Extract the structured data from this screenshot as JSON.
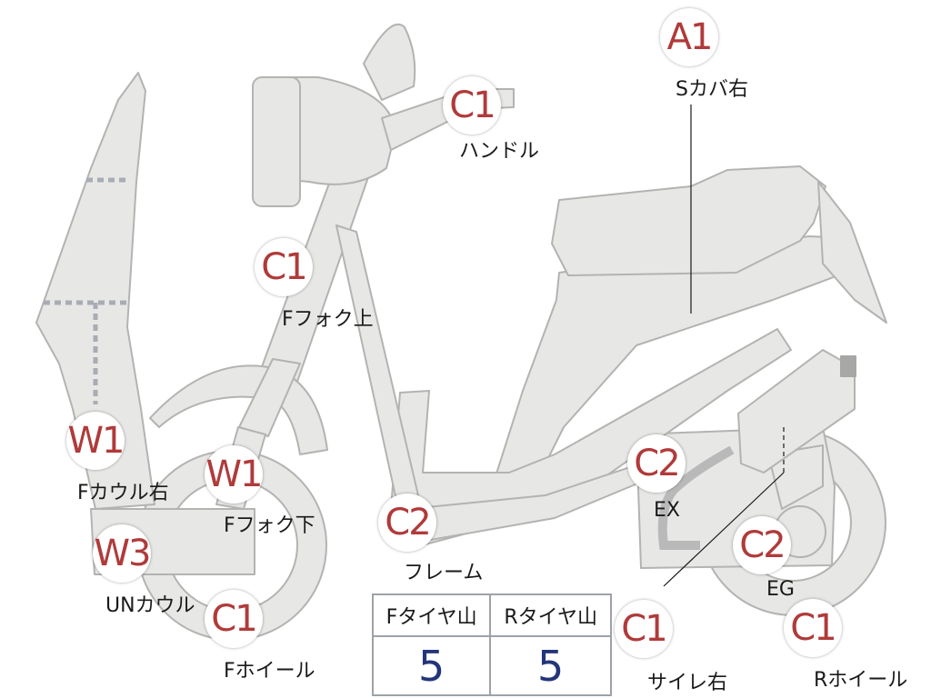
{
  "parts": [
    {
      "id": "s-cover-right",
      "code": "A1",
      "label": "Sカバ右"
    },
    {
      "id": "handle",
      "code": "C1",
      "label": "ハンドル"
    },
    {
      "id": "f-fork-upper",
      "code": "C1",
      "label": "Fフォク上"
    },
    {
      "id": "f-cowl-right",
      "code": "W1",
      "label": "Fカウル右"
    },
    {
      "id": "f-fork-lower",
      "code": "W1",
      "label": "Fフォク下"
    },
    {
      "id": "un-cowl",
      "code": "W3",
      "label": "UNカウル"
    },
    {
      "id": "frame",
      "code": "C2",
      "label": "フレーム"
    },
    {
      "id": "exhaust",
      "code": "C2",
      "label": "EX"
    },
    {
      "id": "engine",
      "code": "C2",
      "label": "EG"
    },
    {
      "id": "f-wheel",
      "code": "C1",
      "label": "Fホイール"
    },
    {
      "id": "side-stand-right",
      "code": "C1",
      "label": "サイレ右"
    },
    {
      "id": "r-wheel",
      "code": "C1",
      "label": "Rホイール"
    }
  ],
  "tire_tread": {
    "front_header": "Fタイヤ山",
    "rear_header": "Rタイヤ山",
    "front_value": "5",
    "rear_value": "5"
  }
}
